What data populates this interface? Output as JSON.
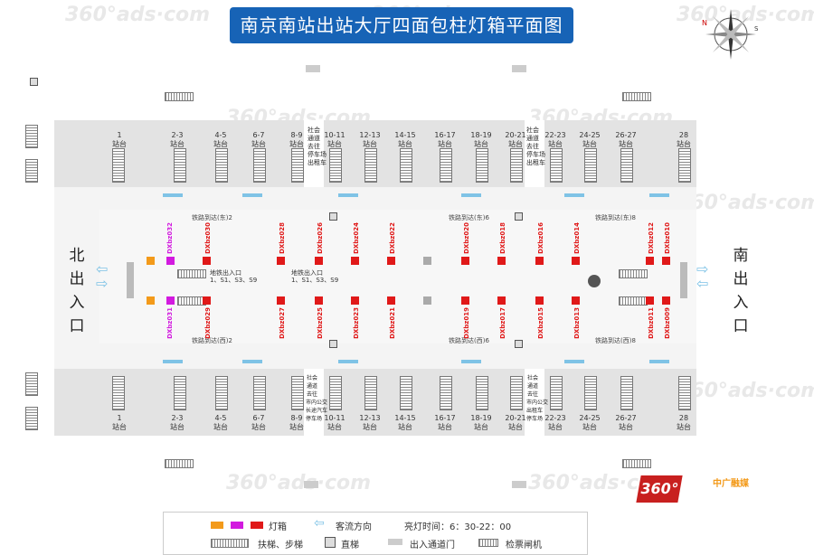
{
  "title": "南京南站出站大厅四面包柱灯箱平面图",
  "entrances": {
    "north": "北出入口",
    "south": "南出入口"
  },
  "platforms_top": [
    "1\n站台",
    "2-3\n站台",
    "4-5\n站台",
    "6-7\n站台",
    "8-9\n站台",
    "10-11\n站台",
    "12-13\n站台",
    "14-15\n站台",
    "16-17\n站台",
    "18-19\n站台",
    "20-21\n站台",
    "22-23\n站台",
    "24-25\n站台",
    "26-27\n站台",
    "28\n站台"
  ],
  "platforms_bottom": [
    "1\n站台",
    "2-3\n站台",
    "4-5\n站台",
    "6-7\n站台",
    "8-9\n站台",
    "10-11\n站台",
    "12-13\n站台",
    "14-15\n站台",
    "16-17\n站台",
    "18-19\n站台",
    "20-21\n站台",
    "22-23\n站台",
    "24-25\n站台",
    "26-27\n站台",
    "28\n站台"
  ],
  "social_channel_top_left": "社会\n通道\n去往\n停车场\n出租车",
  "social_channel_top_right": "社会\n通道\n去往\n停车场\n出租车",
  "social_channel_bottom_left": "社会\n通道\n去往\n市内公交\n长途汽车\n停车场",
  "social_channel_bottom_right": "社会\n通道\n去往\n市内公交\n出租车\n停车场",
  "transfer_labels": {
    "east2": "铁路到达(东)2",
    "east6": "铁路到达(东)6",
    "east8": "铁路到达(东)8",
    "west2": "铁路到达(西)2",
    "west6": "铁路到达(西)6",
    "west8": "铁路到达(西)8"
  },
  "metro_note_left": "地铁出入口\n1、S1、S3、S9",
  "metro_note_mid": "地铁出入口\n1、S1、S3、S9",
  "lightbox_codes_top": [
    "DXbz032",
    "DXbz030",
    "DXbz028",
    "DXbz026",
    "DXbz024",
    "DXbz022",
    "DXbz020",
    "DXbz018",
    "DXbz016",
    "DXbz014",
    "DXbz012",
    "DXbz010"
  ],
  "lightbox_codes_bottom": [
    "DXbz031",
    "DXbz029",
    "DXbz027",
    "DXbz025",
    "DXbz023",
    "DXbz021",
    "DXbz019",
    "DXbz017",
    "DXbz015",
    "DXbz013",
    "DXbz011",
    "DXbz009"
  ],
  "legend": {
    "lightbox": "灯箱",
    "flow": "客流方向",
    "hours": "亮灯时间：6：30-22：00",
    "escalator": "扶梯、步梯",
    "elevator": "直梯",
    "exit_gate": "出入通道门",
    "ticket_gate": "检票闸机"
  },
  "colors": {
    "title_bg": "#1763b6",
    "red": "#e01919",
    "magenta": "#d21adf",
    "orange": "#f39a1a",
    "flow": "#7fc3e6"
  },
  "watermark": "360°ads·com",
  "brand": "中广融媒",
  "compass_n": "N",
  "compass_s": "S"
}
